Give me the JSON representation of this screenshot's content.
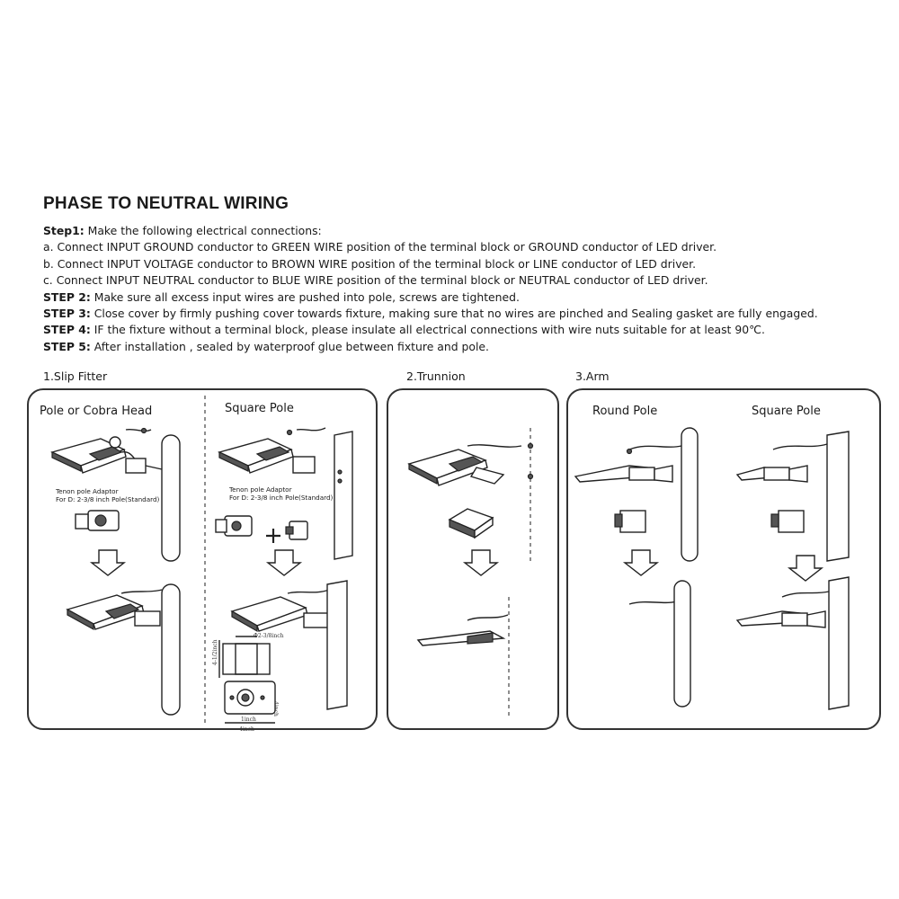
{
  "heading": "PHASE TO NEUTRAL WIRING",
  "steps": [
    {
      "label": "Step1:",
      "text": " Make the following electrical connections:"
    },
    {
      "label": "",
      "text": "a. Connect INPUT GROUND conductor to GREEN WIRE position of the terminal block or GROUND conductor of LED driver."
    },
    {
      "label": "",
      "text": "b. Connect INPUT VOLTAGE conductor to BROWN WIRE position of the terminal block or LINE conductor of LED driver."
    },
    {
      "label": "",
      "text": "c. Connect INPUT NEUTRAL conductor to BLUE WIRE position of the terminal block or NEUTRAL conductor of LED driver."
    },
    {
      "label": "STEP 2:",
      "text": " Make sure all excess input wires are pushed into pole, screws are tightened."
    },
    {
      "label": "STEP 3:",
      "text": " Close cover by firmly pushing cover towards fixture, making sure that no wires are pinched and Sealing gasket are fully engaged."
    },
    {
      "label": "STEP 4:",
      "text": " IF the fixture without a terminal block, please insulate all electrical connections with wire nuts suitable for at least 90℃."
    },
    {
      "label": "STEP 5:",
      "text": " After installation ,  sealed by waterproof glue between fixture and  pole."
    }
  ],
  "sections": {
    "slip_fitter": {
      "label": "1.Slip Fitter",
      "left_title": "Pole or Cobra Head",
      "right_title": "Square Pole",
      "adaptor_note_1": "Tenon pole Adaptor",
      "adaptor_note_2": "For D: 2-3/8 inch Pole(Standard)",
      "dims": {
        "d1": "Φ2-3/8inch",
        "d2": "4-1/2inch",
        "d3": "4inch",
        "d4": "1inch",
        "d5": "4inch"
      }
    },
    "trunnion": {
      "label": "2.Trunnion"
    },
    "arm": {
      "label": "3.Arm",
      "left_title": "Round Pole",
      "right_title": "Square Pole"
    }
  }
}
